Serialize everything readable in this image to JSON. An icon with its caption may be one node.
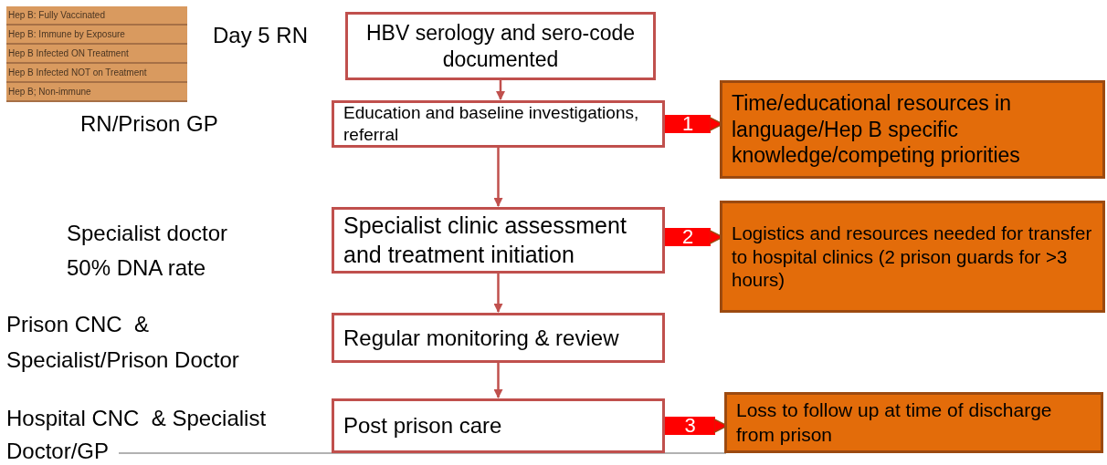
{
  "diagram": {
    "nodes": [
      {
        "text": [
          "HBV serology and sero-code documented"
        ]
      },
      {
        "text": [
          "Education and baseline investigations, referral"
        ]
      },
      {
        "text": [
          "Specialist clinic assessment and treatment initiation"
        ]
      },
      {
        "text": [
          "Regular monitoring & review"
        ]
      },
      {
        "text": [
          "Post prison care"
        ]
      },
      {
        "text": [
          "Time/educational resources in language/Hep B specific knowledge/competing priorities"
        ]
      },
      {
        "text": [
          "Logistics and resources needed for transfer to hospital clinics (2 prison guards for >3 hours)"
        ]
      },
      {
        "text": [
          "Loss to follow up at time of discharge from prison"
        ]
      }
    ],
    "edges": [
      {
        "from": 0,
        "to": 1,
        "arrow": "to"
      },
      {
        "from": 1,
        "to": 2,
        "arrow": "to"
      },
      {
        "from": 2,
        "to": 3,
        "arrow": "to"
      },
      {
        "from": 3,
        "to": 4,
        "arrow": "to"
      },
      {
        "from": 1,
        "to": 5,
        "arrow": "to",
        "label": "1",
        "style": "thick",
        "color": "#ff0000"
      },
      {
        "from": 2,
        "to": 6,
        "arrow": "to",
        "label": "2",
        "style": "thick",
        "color": "#ff0000"
      },
      {
        "from": 4,
        "to": 7,
        "arrow": "to",
        "label": "3",
        "style": "thick",
        "color": "#ff0000"
      }
    ],
    "labels": [
      "Hep B: Fully Vaccinated",
      "Hep B: Immune by Exposure",
      "Hep B Infected ON Treatment",
      "Hep B Infected NOT on Treatment",
      "Hep B; Non-immune",
      "Day 5 RN",
      "RN/Prison GP",
      "Specialist doctor",
      "50% DNA rate",
      "Prison CNC  &",
      "Specialist/Prison Doctor",
      "Hospital CNC  & Specialist",
      "Doctor/GP"
    ]
  }
}
